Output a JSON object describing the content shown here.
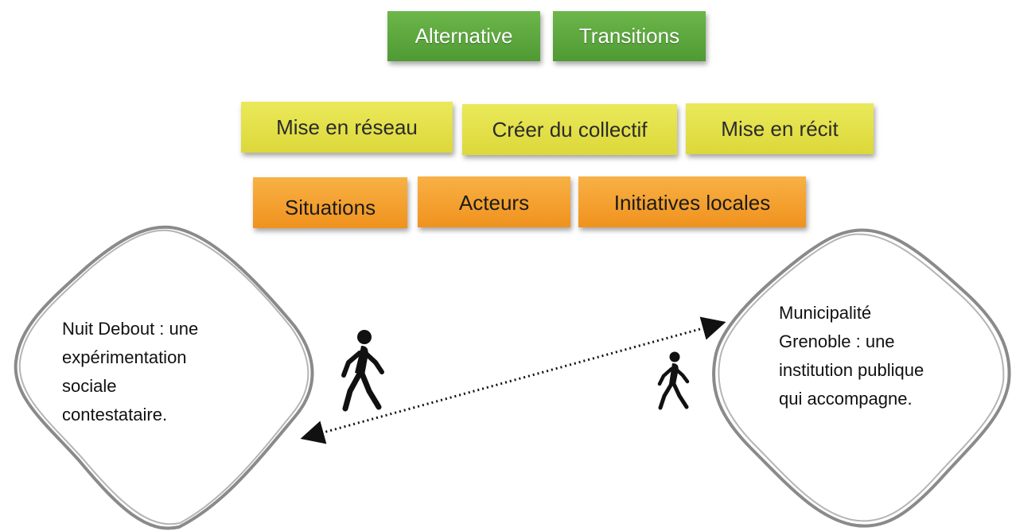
{
  "top_row": [
    "Alternative",
    "Transitions"
  ],
  "middle_row": [
    "Mise en réseau",
    "Créer du collectif",
    "Mise en récit"
  ],
  "bottom_row": [
    "Situations",
    "Acteurs",
    "Initiatives locales"
  ],
  "left_blob": {
    "lines": [
      "Nuit Debout : une",
      "expérimentation",
      "sociale",
      "contestataire."
    ]
  },
  "right_blob": {
    "lines": [
      "Municipalité",
      "Grenoble : une",
      "institution publique",
      "qui accompagne."
    ]
  },
  "colors": {
    "green": "#5aa73c",
    "yellow": "#e4e14a",
    "orange": "#f4a236",
    "blob_outline": "#8a8a8a",
    "arrow": "#111111"
  },
  "icons": [
    "walking-person-icon",
    "walking-person-icon"
  ]
}
